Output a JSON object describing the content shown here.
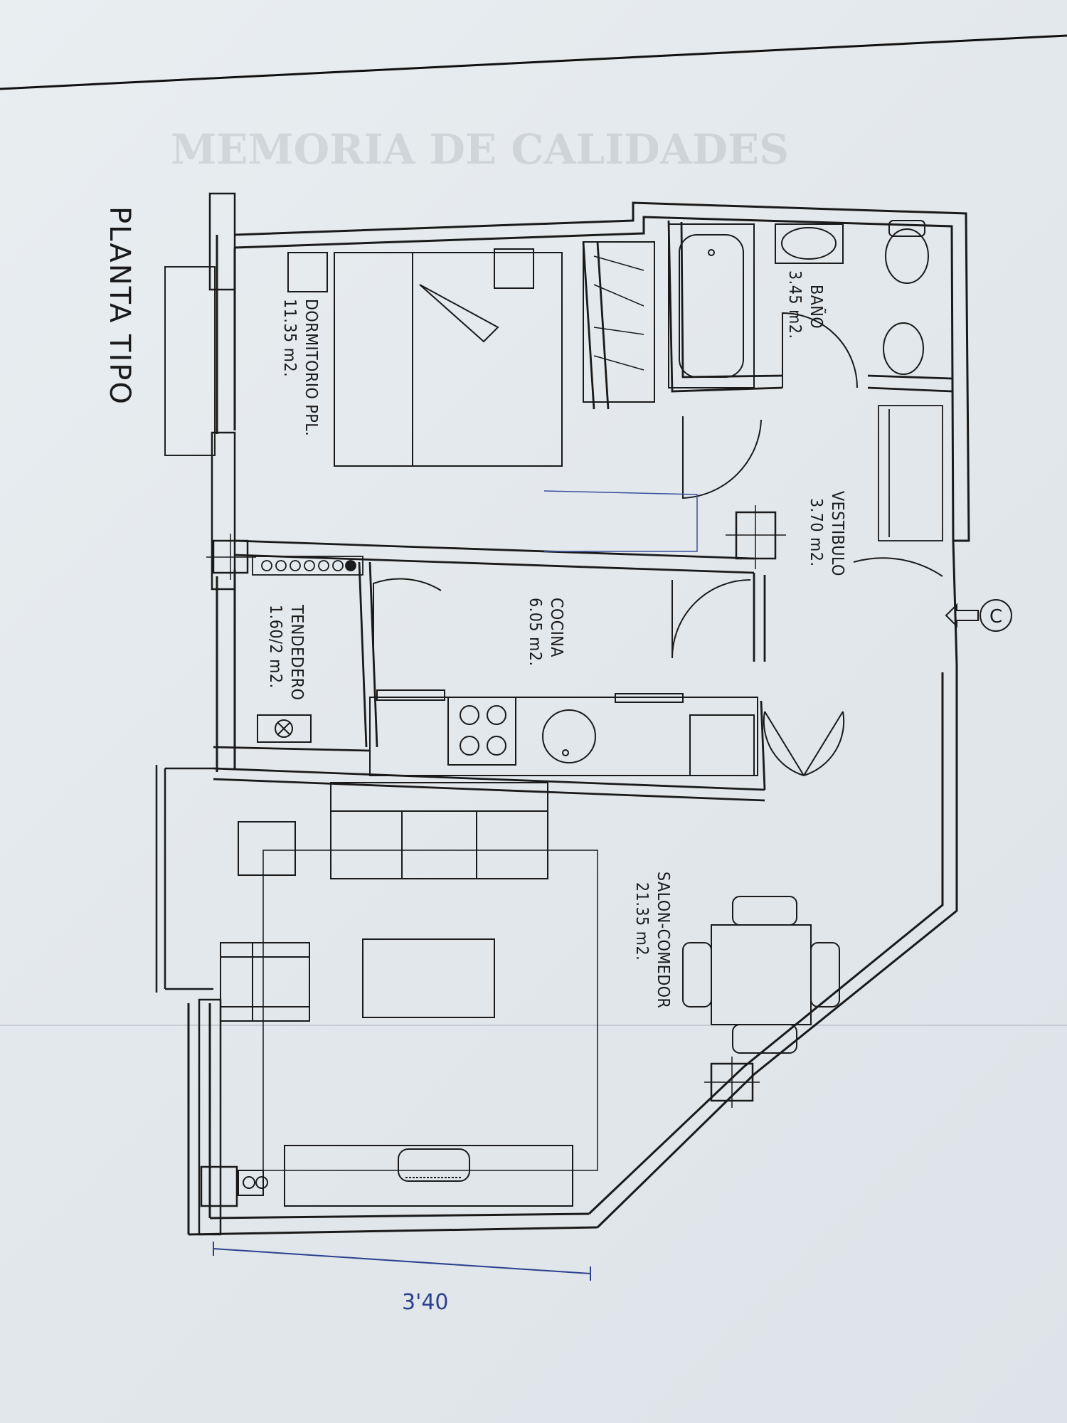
{
  "plan": {
    "title": "PLANTA TIPO",
    "orientation_mark": "C",
    "dimension_note": "3'40",
    "rooms": [
      {
        "name": "BAÑO",
        "area": "3.45 m2."
      },
      {
        "name": "VESTIBULO",
        "area": "3.70 m2."
      },
      {
        "name": "DORMITORIO PPL.",
        "area": "11.35 m2."
      },
      {
        "name": "COCINA",
        "area": "6.05 m2."
      },
      {
        "name": "TENDEDERO",
        "area": "1.60/2 m2."
      },
      {
        "name": "SALON-COMEDOR",
        "area": "21.35 m2."
      }
    ]
  },
  "background_text": {
    "heading": "MEMORIA DE CALIDADES"
  },
  "colors": {
    "paper": "#e6ebee",
    "ink": "#1a1a1a",
    "pen": "#2d3f8e"
  }
}
